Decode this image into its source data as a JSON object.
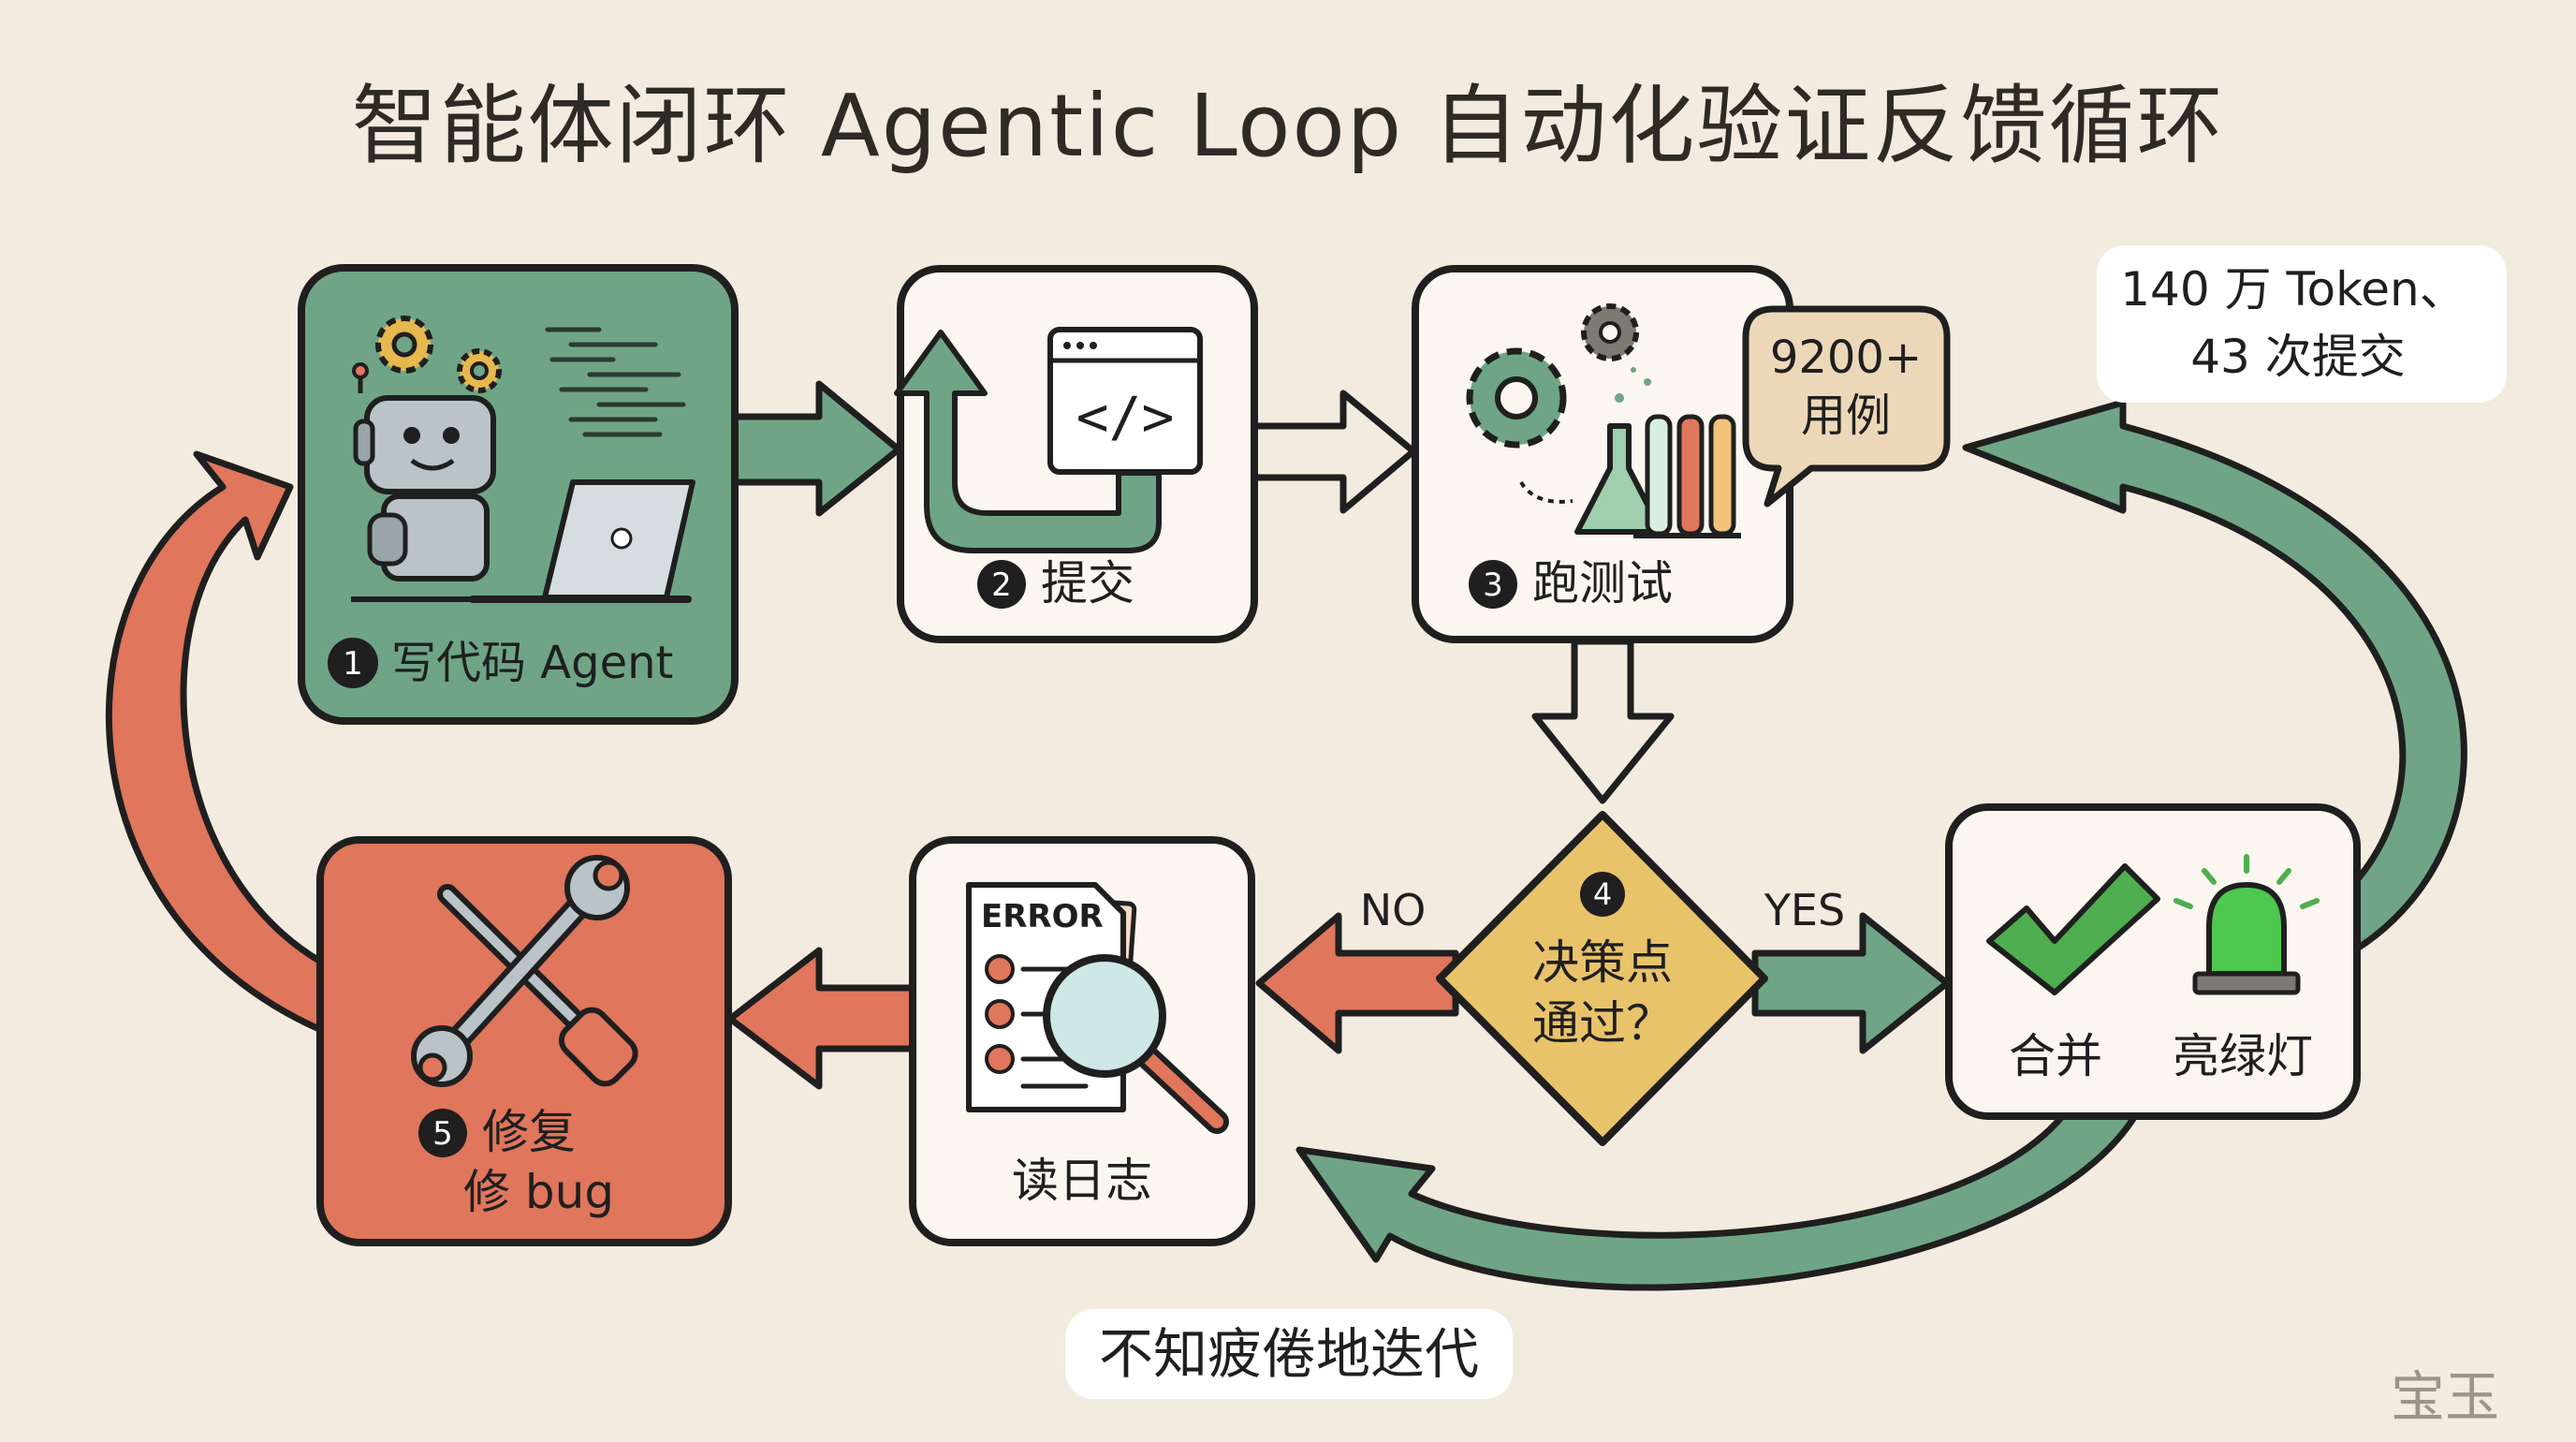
{
  "title": "智能体闭环 Agentic Loop 自动化验证反馈循环",
  "steps": {
    "write_code": {
      "number": "1",
      "label": "写代码 Agent"
    },
    "commit": {
      "number": "2",
      "label": "提交"
    },
    "run_tests": {
      "number": "3",
      "label": "跑测试"
    },
    "decision": {
      "number": "4",
      "line1": "决策点",
      "line2": "通过？"
    },
    "fix": {
      "number": "5",
      "line1": "修复",
      "line2": "修 bug"
    },
    "read_logs": {
      "label": "读日志",
      "error_text": "ERROR"
    },
    "merge": {
      "merge_label": "合并",
      "green_label": "亮绿灯"
    }
  },
  "bubble": {
    "line1": "9200+",
    "line2": "用例"
  },
  "branches": {
    "no": "NO",
    "yes": "YES"
  },
  "stats_note": {
    "line1": "140 万 Token、",
    "line2": "43 次提交"
  },
  "bottom_note": "不知疲倦地迭代",
  "watermark": "宝玉",
  "colors": {
    "background": "#f3ebdf",
    "green": "#6fa586",
    "red": "#e0765c",
    "yellow": "#e9c36a",
    "outline": "#1f1f1f"
  }
}
